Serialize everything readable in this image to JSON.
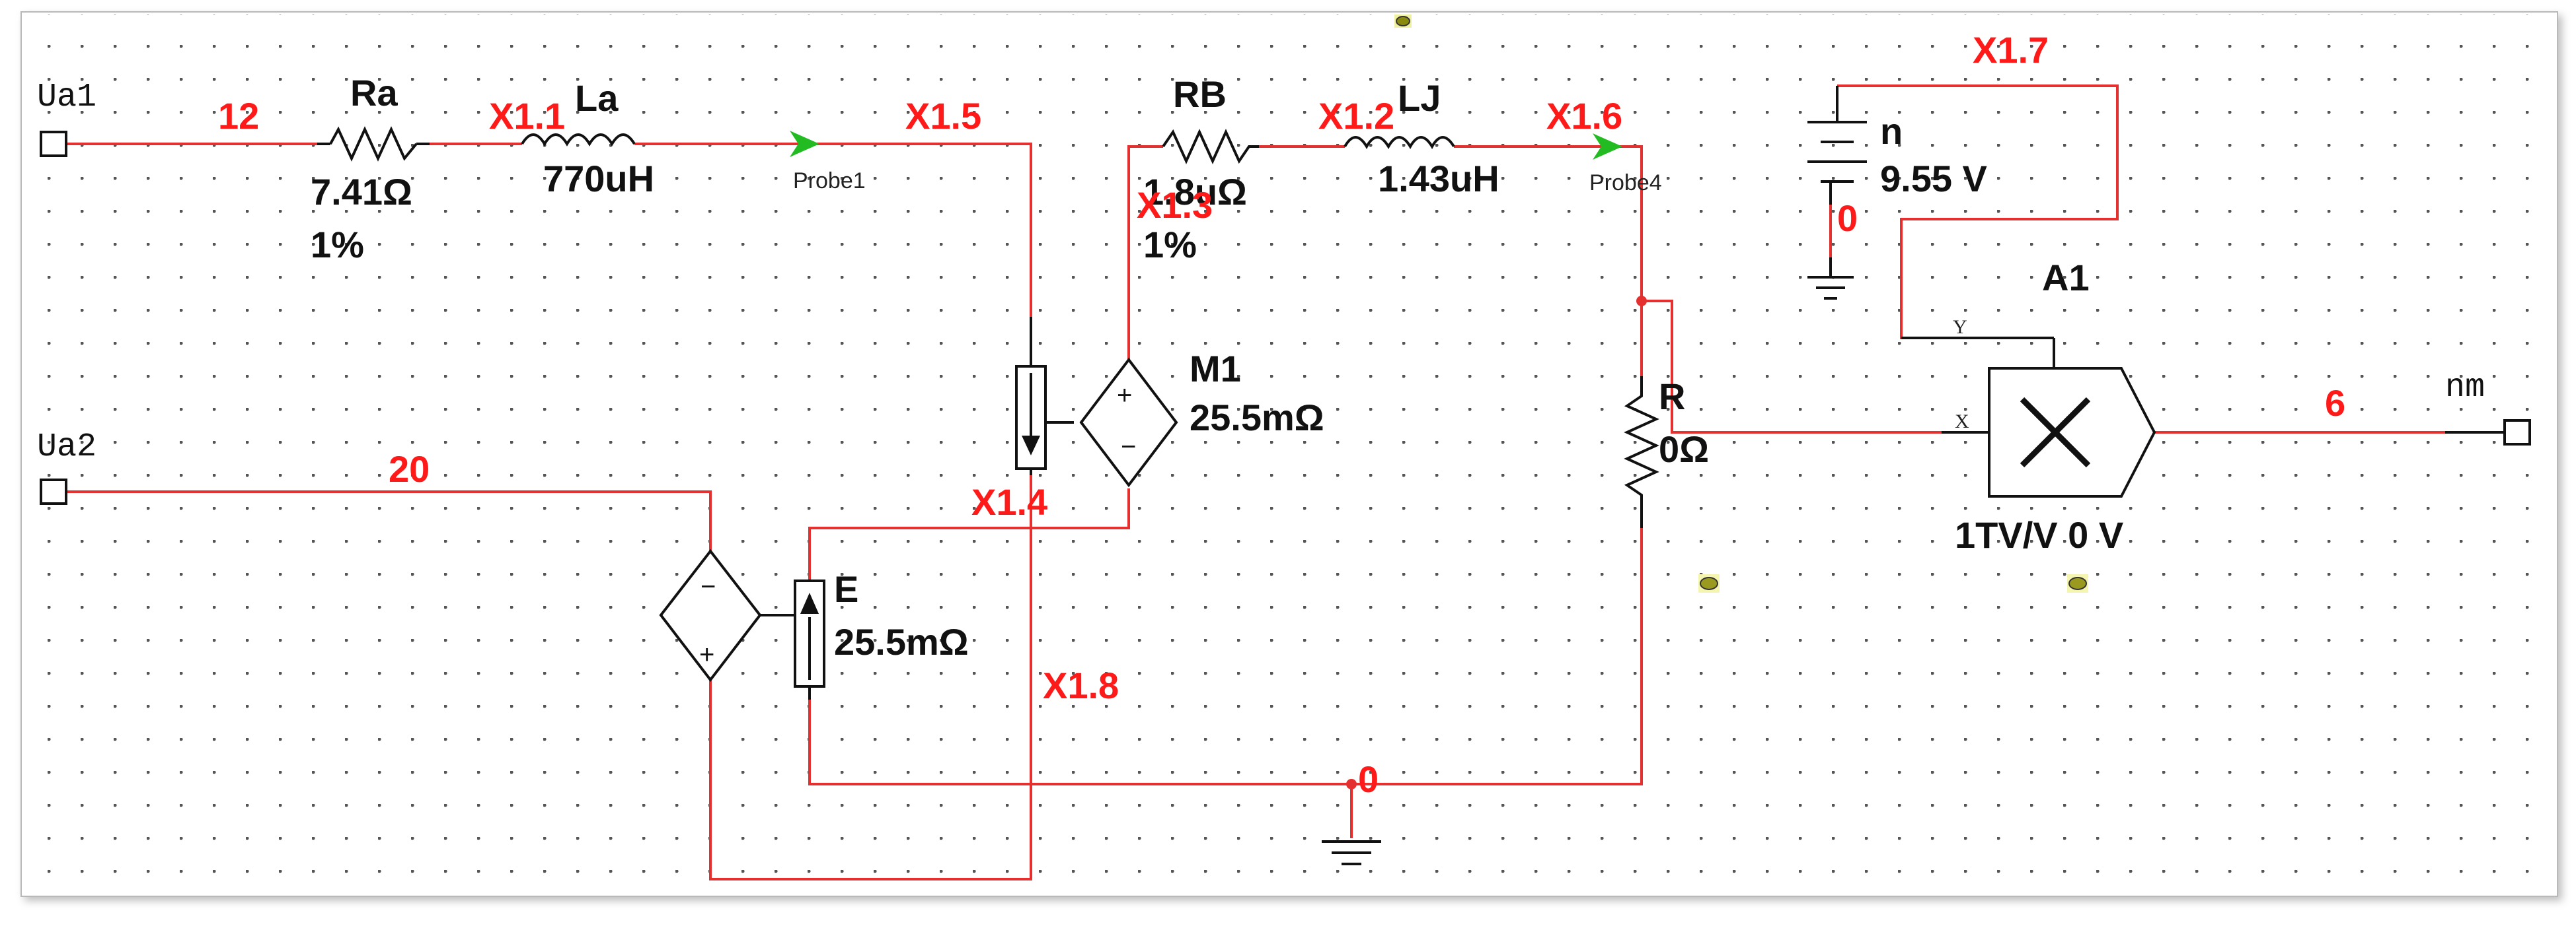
{
  "ports": {
    "ua1": "Ua1",
    "ua2": "Ua2",
    "nm": "nm"
  },
  "components": {
    "ra": {
      "name": "Ra",
      "value": "7.41Ω",
      "tolerance": "1%"
    },
    "la": {
      "name": "La",
      "value": "770uH"
    },
    "rb": {
      "name": "RB",
      "value": "1.8uΩ",
      "tolerance": "1%"
    },
    "lj": {
      "name": "LJ",
      "value": "1.43uH"
    },
    "m1": {
      "name": "M1",
      "value": "25.5mΩ"
    },
    "e": {
      "name": "E",
      "value": "25.5mΩ"
    },
    "r": {
      "name": "R",
      "value": "0Ω"
    },
    "n": {
      "name": "n",
      "value": "9.55 V"
    },
    "a1": {
      "name": "A1",
      "value": "1TV/V 0 V",
      "pin_x": "X",
      "pin_y": "Y"
    }
  },
  "probes": {
    "probe1": "Probe1",
    "probe4": "Probe4"
  },
  "nets": {
    "n12": "12",
    "x11": "X1.1",
    "x15": "X1.5",
    "x12": "X1.2",
    "x16": "X1.6",
    "x13": "X1.3",
    "x17": "X1.7",
    "n0_batt": "0",
    "n6": "6",
    "n20": "20",
    "x14": "X1.4",
    "x18": "X1.8",
    "n0_gnd": "0"
  },
  "colors": {
    "wire": "#e53030",
    "net_label": "#ff1a1a",
    "probe_arrow": "#22bb22",
    "grid_dot": "#555555"
  }
}
